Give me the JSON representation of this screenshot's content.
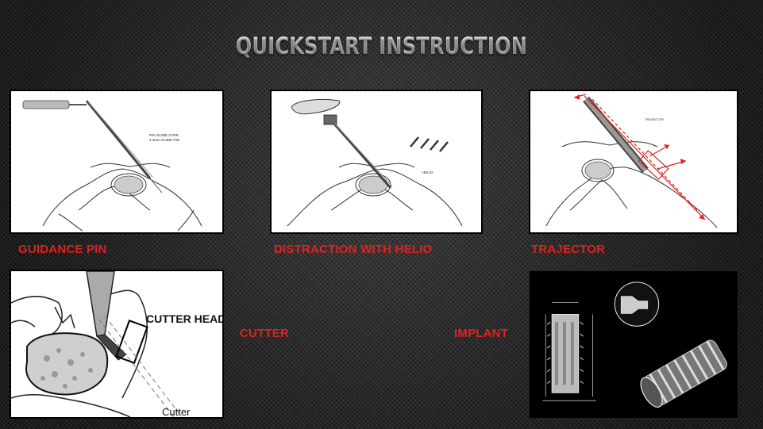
{
  "title": "QUICKSTART INSTRUCTION",
  "labels": {
    "guidance_pin": "GUIDANCE PIN",
    "distraction": "DISTRACTION WITH HELIO",
    "trajector": "TRAJECTOR",
    "cutter": "CUTTER",
    "implant": "IMPLANT"
  },
  "annotations": {
    "pin_guide_1": "PIN GUIDE OVER",
    "pin_guide_2": "2.4mm GUIDE PIN",
    "helio": "HELIO",
    "trajector_small": "TRAJECTOR",
    "cutter_head": "CUTTER HEAD",
    "cutter": "Cutter"
  },
  "colors": {
    "accent": "#e0221f",
    "title": "#ffffff"
  }
}
